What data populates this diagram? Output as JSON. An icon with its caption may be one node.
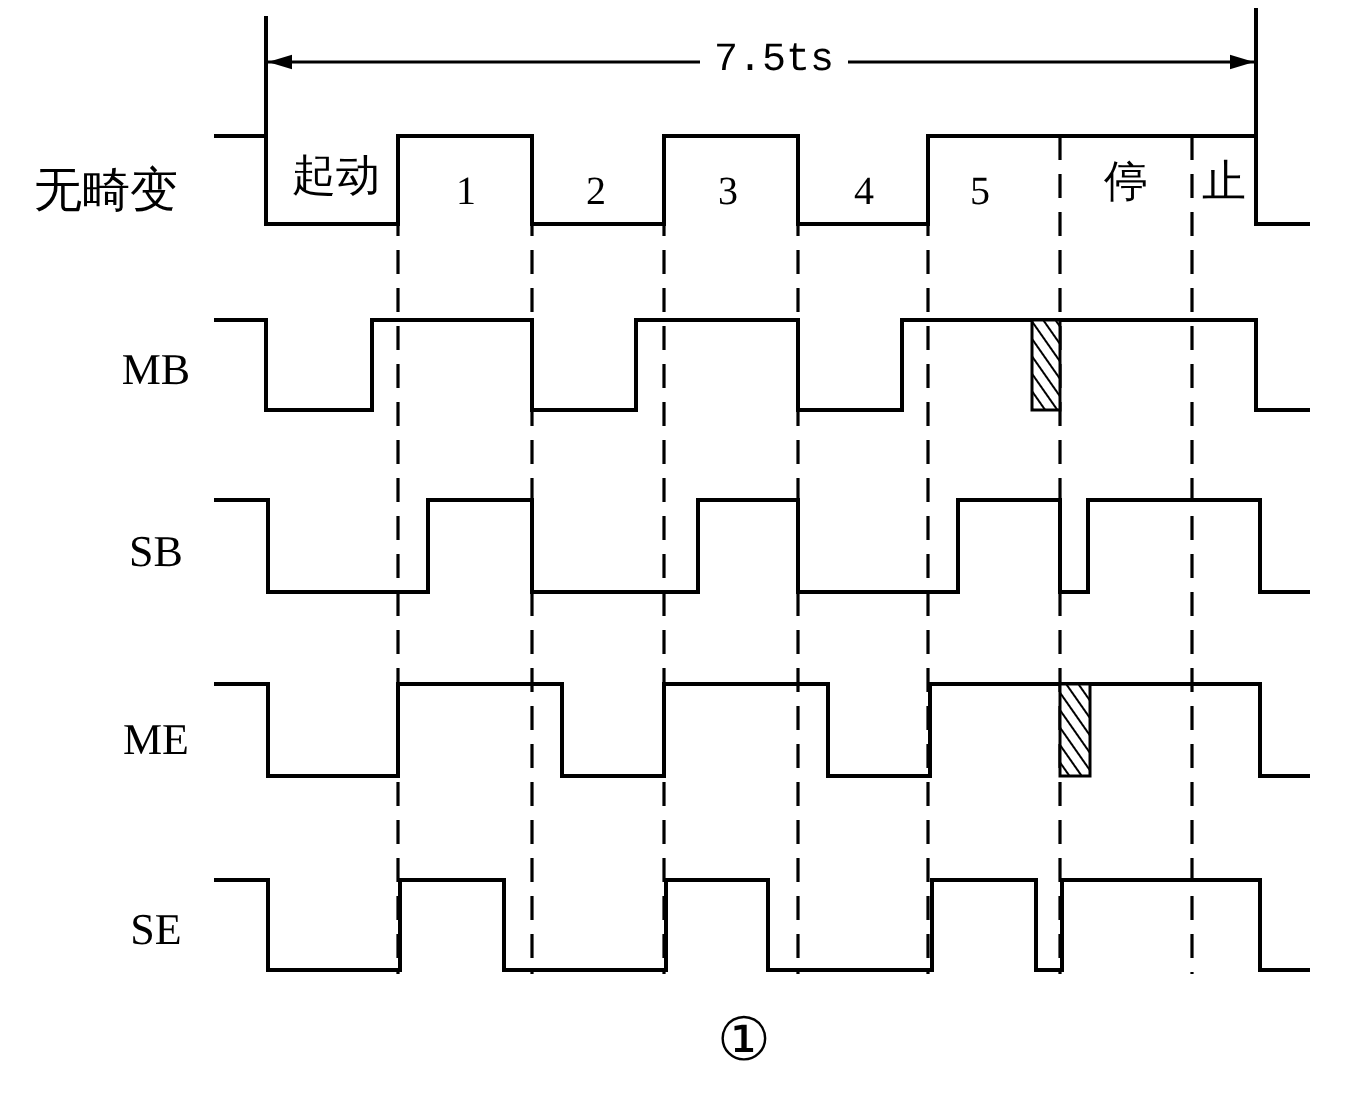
{
  "diagram": {
    "caption": "①",
    "labels": [
      "7.5ts",
      "无畸变",
      "起动",
      "1",
      "2",
      "3",
      "4",
      "5",
      "停",
      "止",
      "MB",
      "SB",
      "ME",
      "SE"
    ]
  }
}
